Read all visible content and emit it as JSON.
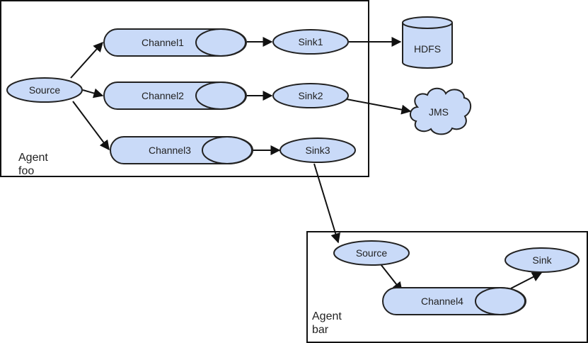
{
  "agent_foo": {
    "label_line1": "Agent",
    "label_line2": "foo",
    "source": "Source",
    "channel1": "Channel1",
    "channel2": "Channel2",
    "channel3": "Channel3",
    "sink1": "Sink1",
    "sink2": "Sink2",
    "sink3": "Sink3"
  },
  "external": {
    "hdfs": "HDFS",
    "jms": "JMS"
  },
  "agent_bar": {
    "label_line1": "Agent",
    "label_line2": "bar",
    "source": "Source",
    "channel4": "Channel4",
    "sink": "Sink"
  },
  "colors": {
    "node_fill": "#c9daf8",
    "stroke": "#222222"
  }
}
